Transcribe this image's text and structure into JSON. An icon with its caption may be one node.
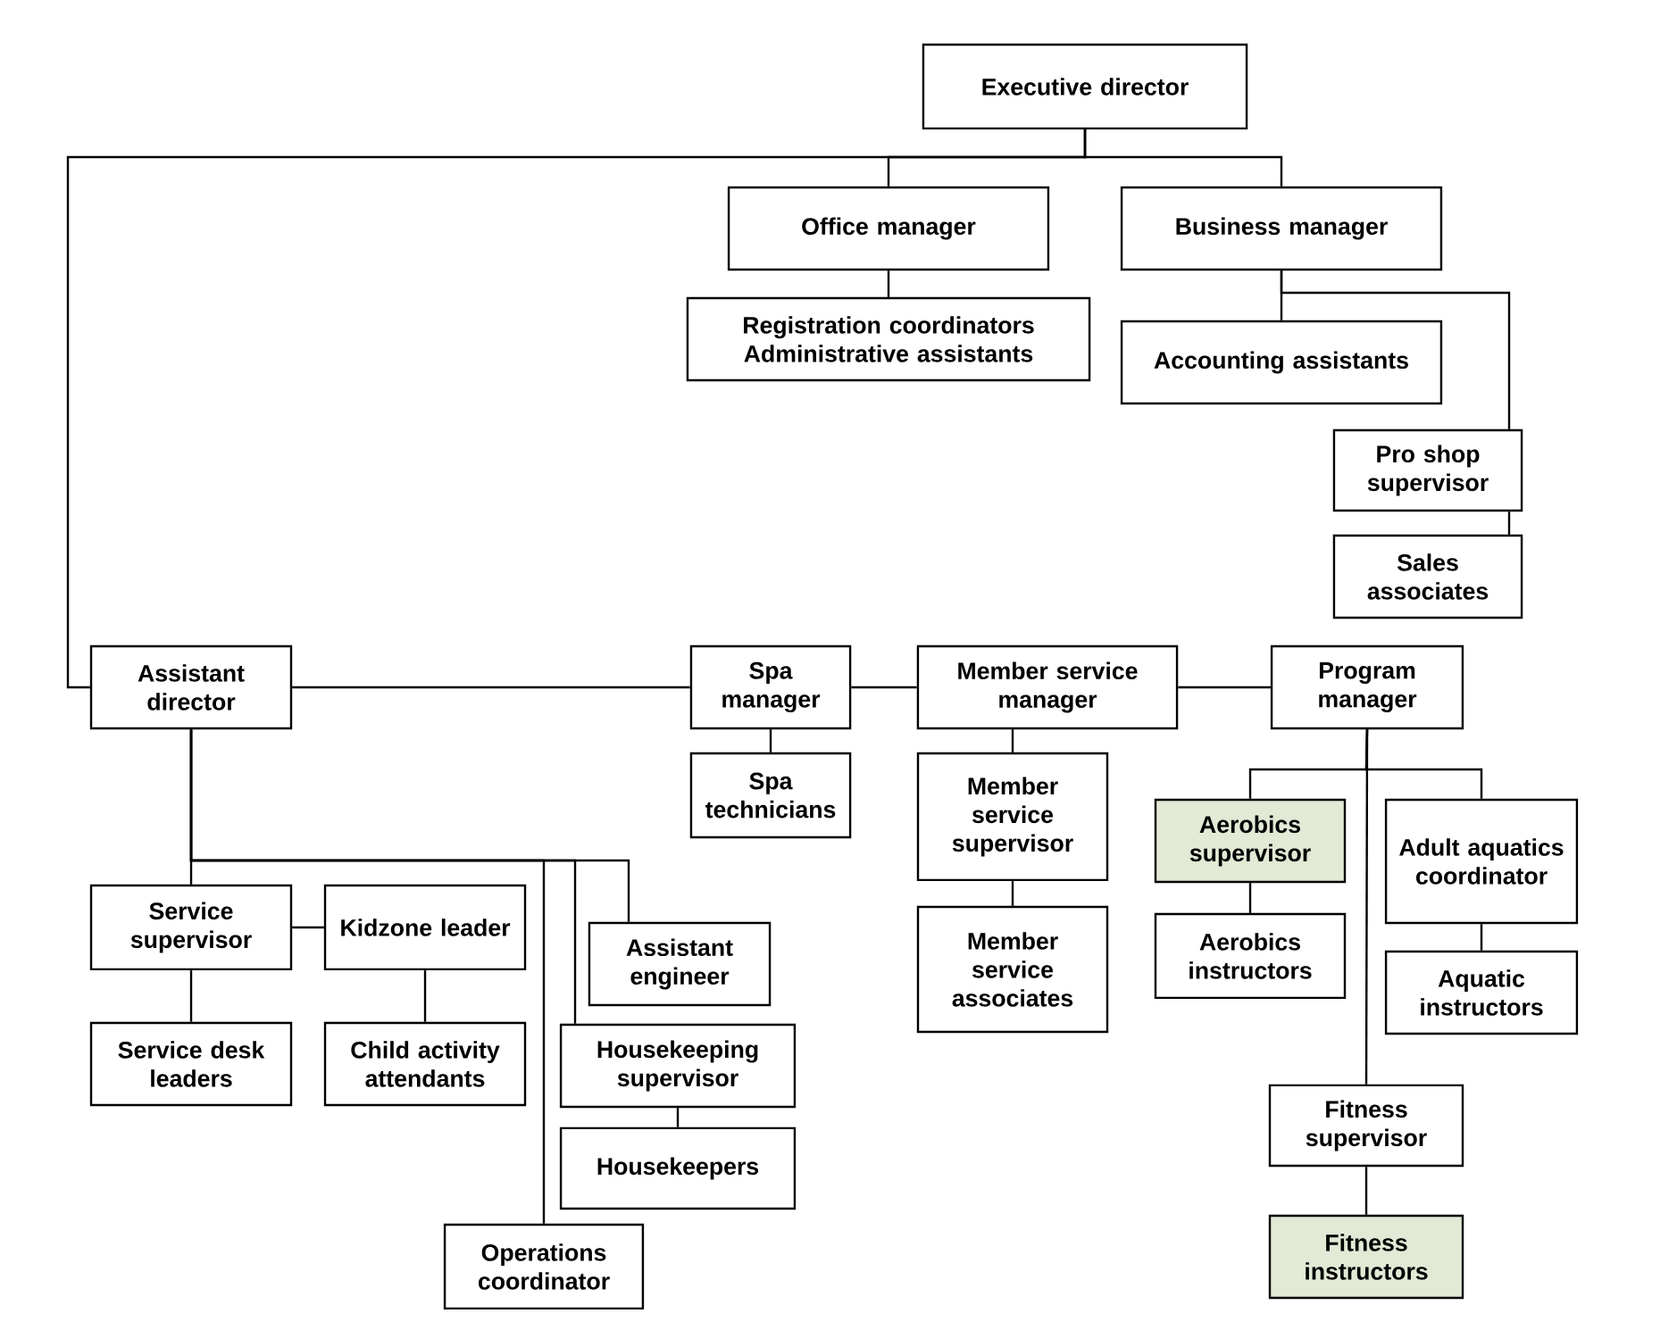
{
  "diagram": {
    "nodes": [
      {
        "text": [
          "Executive director"
        ]
      },
      {
        "text": [
          "Office manager"
        ]
      },
      {
        "text": [
          "Business manager"
        ]
      },
      {
        "text": [
          "Registration coordinators",
          "Administrative assistants"
        ]
      },
      {
        "text": [
          "Accounting assistants"
        ]
      },
      {
        "text": [
          "Pro shop supervisor"
        ]
      },
      {
        "text": [
          "Sales associates"
        ]
      },
      {
        "text": [
          "Assistant director"
        ]
      },
      {
        "text": [
          "Spa manager"
        ]
      },
      {
        "text": [
          "Member service manager"
        ]
      },
      {
        "text": [
          "Program manager"
        ]
      },
      {
        "text": [
          "Spa technicians"
        ]
      },
      {
        "text": [
          "Member service supervisor"
        ]
      },
      {
        "text": [
          "Member service associates"
        ]
      },
      {
        "text": [
          "Aerobics supervisor"
        ]
      },
      {
        "text": [
          "Adult aquatics coordinator"
        ]
      },
      {
        "text": [
          "Aerobics instructors"
        ]
      },
      {
        "text": [
          "Aquatic instructors"
        ]
      },
      {
        "text": [
          "Fitness supervisor"
        ]
      },
      {
        "text": [
          "Fitness instructors"
        ]
      },
      {
        "text": [
          "Service supervisor"
        ]
      },
      {
        "text": [
          "Kidzone leader"
        ]
      },
      {
        "text": [
          "Assistant engineer"
        ]
      },
      {
        "text": [
          "Service desk leaders"
        ]
      },
      {
        "text": [
          "Child activity attendants"
        ]
      },
      {
        "text": [
          "Housekeeping supervisor"
        ]
      },
      {
        "text": [
          "Housekeepers"
        ]
      },
      {
        "text": [
          "Operations coordinator"
        ]
      }
    ],
    "edges": [
      {
        "from": 0,
        "to": 1,
        "arrow": "none"
      },
      {
        "from": 0,
        "to": 2,
        "arrow": "none"
      },
      {
        "from": 0,
        "to": 7,
        "arrow": "none"
      },
      {
        "from": 1,
        "to": 3,
        "arrow": "none"
      },
      {
        "from": 2,
        "to": 4,
        "arrow": "none"
      },
      {
        "from": 2,
        "to": 5,
        "arrow": "none"
      },
      {
        "from": 5,
        "to": 6,
        "arrow": "none"
      },
      {
        "from": 7,
        "to": 8,
        "arrow": "none"
      },
      {
        "from": 8,
        "to": 9,
        "arrow": "none"
      },
      {
        "from": 9,
        "to": 10,
        "arrow": "none"
      },
      {
        "from": 8,
        "to": 11,
        "arrow": "none"
      },
      {
        "from": 9,
        "to": 12,
        "arrow": "none"
      },
      {
        "from": 12,
        "to": 13,
        "arrow": "none"
      },
      {
        "from": 10,
        "to": 14,
        "arrow": "none"
      },
      {
        "from": 10,
        "to": 15,
        "arrow": "none"
      },
      {
        "from": 10,
        "to": 18,
        "arrow": "none"
      },
      {
        "from": 14,
        "to": 16,
        "arrow": "none"
      },
      {
        "from": 15,
        "to": 17,
        "arrow": "none"
      },
      {
        "from": 18,
        "to": 19,
        "arrow": "none"
      },
      {
        "from": 7,
        "to": 20,
        "arrow": "none"
      },
      {
        "from": 7,
        "to": 27,
        "arrow": "none"
      },
      {
        "from": 7,
        "to": 25,
        "arrow": "none"
      },
      {
        "from": 7,
        "to": 22,
        "arrow": "none"
      },
      {
        "from": 20,
        "to": 21,
        "arrow": "none"
      },
      {
        "from": 20,
        "to": 23,
        "arrow": "none"
      },
      {
        "from": 21,
        "to": 24,
        "arrow": "none"
      },
      {
        "from": 25,
        "to": 26,
        "arrow": "none"
      }
    ]
  }
}
